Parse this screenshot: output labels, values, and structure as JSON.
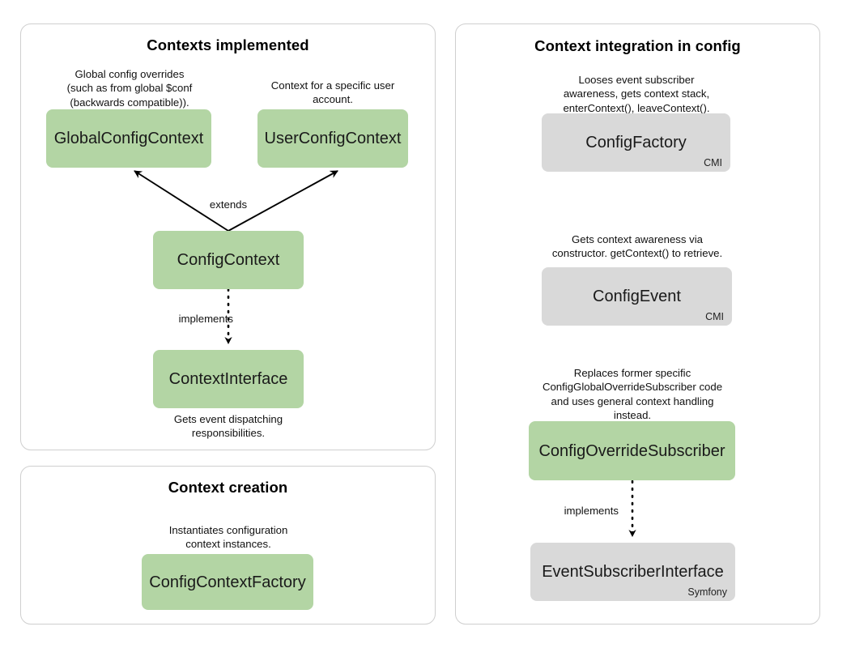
{
  "diagram": {
    "title_internal": "Config context architecture",
    "palette": {
      "green_node": "#b3d5a4",
      "grey_node": "#d9d9d9",
      "panel_border": "#cfcfcf",
      "background": "#ffffff",
      "edge": "#000000"
    }
  },
  "panels": [
    {
      "id": "contexts-implemented",
      "title": "Contexts implemented"
    },
    {
      "id": "context-creation",
      "title": "Context creation"
    },
    {
      "id": "context-integration",
      "title": "Context integration in config"
    }
  ],
  "nodes": {
    "global_config_context": {
      "label": "GlobalConfigContext",
      "caption_above": "Global config overrides\n(such as from global $conf\n(backwards compatible)).",
      "style": "green"
    },
    "user_config_context": {
      "label": "UserConfigContext",
      "caption_above": "Context for a specific user\naccount.",
      "style": "green"
    },
    "config_context": {
      "label": "ConfigContext",
      "style": "green"
    },
    "context_interface": {
      "label": "ContextInterface",
      "caption_below": "Gets event dispatching\nresponsibilities.",
      "style": "green"
    },
    "config_context_factory": {
      "label": "ConfigContextFactory",
      "caption_above": "Instantiates configuration\ncontext instances.",
      "style": "green"
    },
    "config_factory": {
      "label": "ConfigFactory",
      "tag": "CMI",
      "caption_above": "Looses event subscriber\nawareness, gets context stack,\nenterContext(), leaveContext().",
      "style": "grey"
    },
    "config_event": {
      "label": "ConfigEvent",
      "tag": "CMI",
      "caption_above": "Gets context awareness via\nconstructor. getContext() to retrieve.",
      "style": "grey"
    },
    "config_override_subscriber": {
      "label": "ConfigOverrideSubscriber",
      "caption_above": "Replaces former specific\nConfigGlobalOverrideSubscriber code\nand uses general context handling\ninstead.",
      "style": "green"
    },
    "event_subscriber_interface": {
      "label": "EventSubscriberInterface",
      "tag": "Symfony",
      "style": "grey"
    }
  },
  "edges": [
    {
      "id": "extends-global",
      "label": "extends",
      "from": "config_context",
      "to": "global_config_context",
      "style": "solid-arrow"
    },
    {
      "id": "extends-user",
      "label": "",
      "from": "config_context",
      "to": "user_config_context",
      "style": "solid-arrow"
    },
    {
      "id": "implements-context-interface",
      "label": "implements",
      "from": "config_context",
      "to": "context_interface",
      "style": "dotted-arrow"
    },
    {
      "id": "implements-event-subscriber-interface",
      "label": "implements",
      "from": "config_override_subscriber",
      "to": "event_subscriber_interface",
      "style": "dotted-arrow"
    }
  ]
}
